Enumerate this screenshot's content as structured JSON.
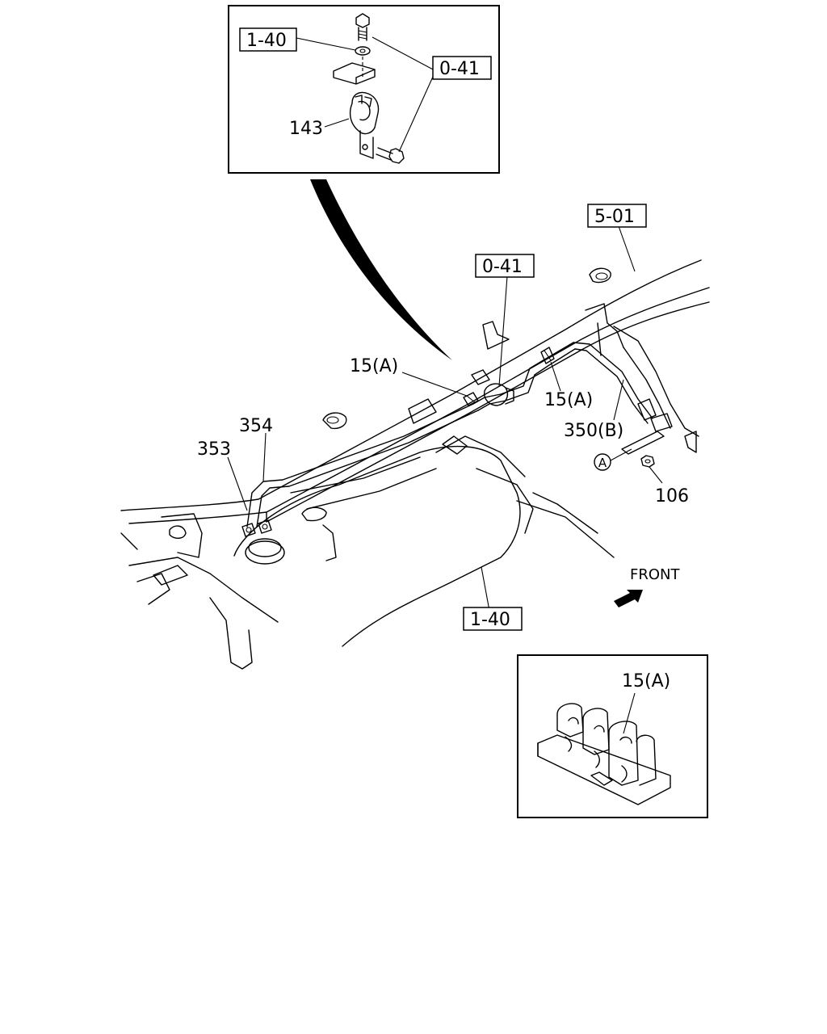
{
  "callouts": {
    "ref_1_40_top": "1-40",
    "ref_0_41_top": "0-41",
    "part_143": "143",
    "ref_5_01": "5-01",
    "ref_0_41_main": "0-41",
    "clip_15a_left": "15(A)",
    "clip_15a_right": "15(A)",
    "part_350b": "350(B)",
    "part_354": "354",
    "part_353": "353",
    "circle_a": "A",
    "part_106": "106",
    "ref_1_40_main": "1-40",
    "front_label": "FRONT",
    "clip_15a_detail": "15(A)"
  }
}
